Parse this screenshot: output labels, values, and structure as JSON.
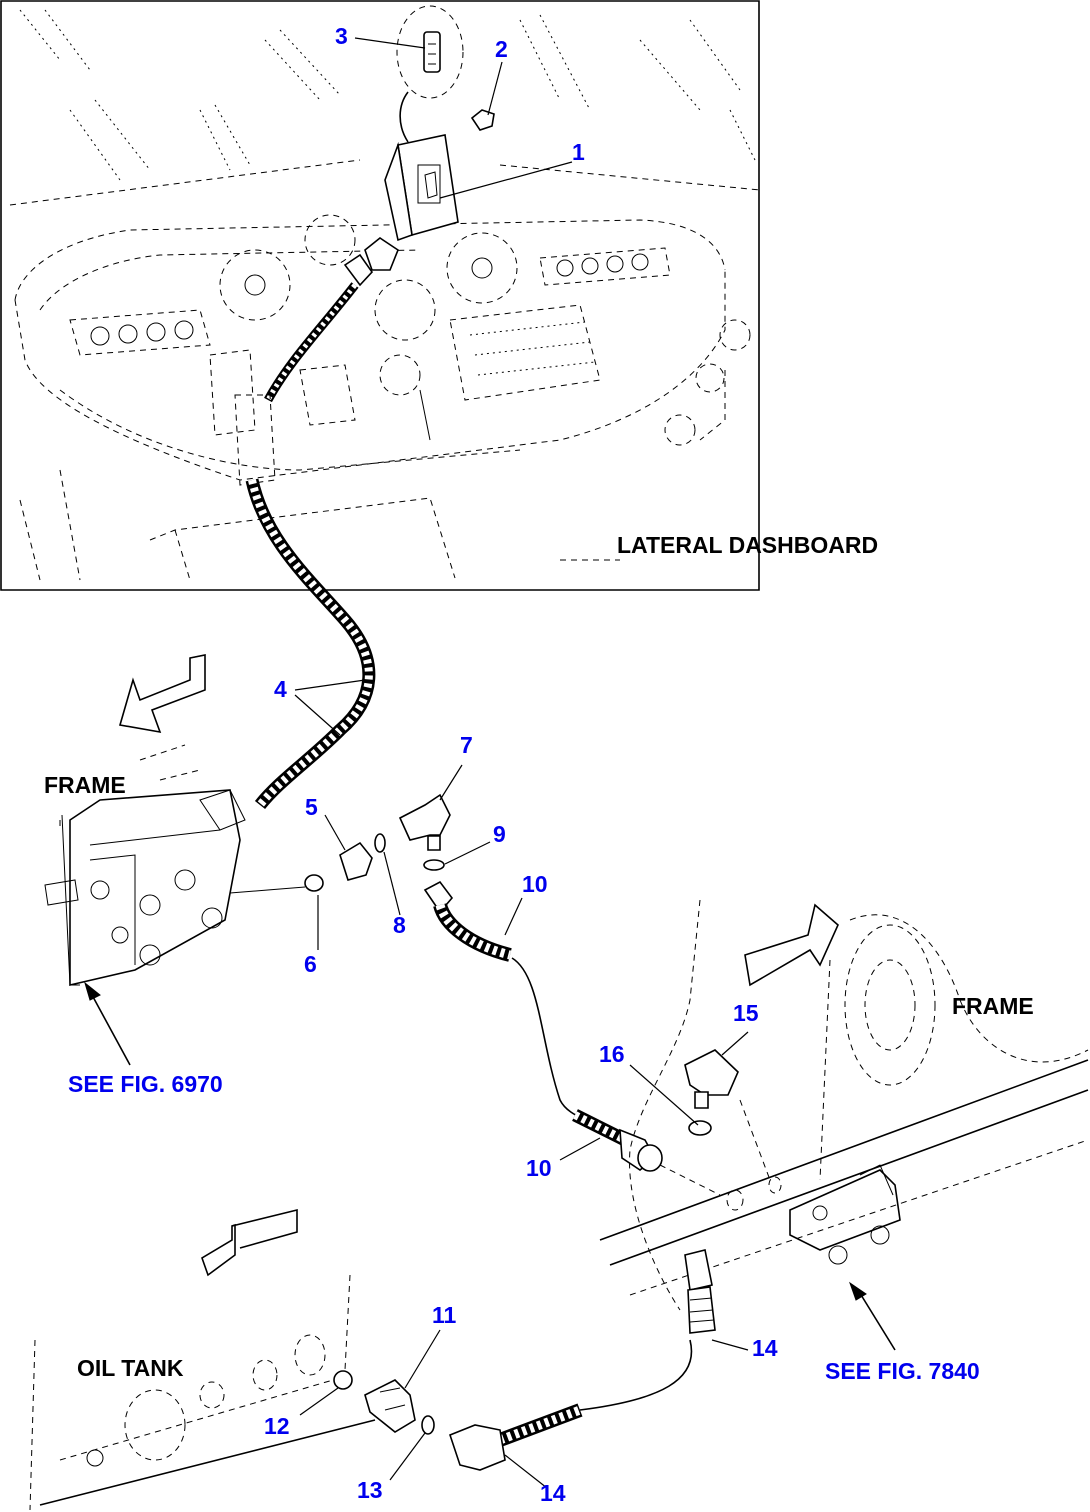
{
  "callouts": [
    {
      "id": "c1",
      "text": "1"
    },
    {
      "id": "c2",
      "text": "2"
    },
    {
      "id": "c3",
      "text": "3"
    },
    {
      "id": "c4",
      "text": "4"
    },
    {
      "id": "c5",
      "text": "5"
    },
    {
      "id": "c6",
      "text": "6"
    },
    {
      "id": "c7",
      "text": "7"
    },
    {
      "id": "c8",
      "text": "8"
    },
    {
      "id": "c9",
      "text": "9"
    },
    {
      "id": "c10a",
      "text": "10"
    },
    {
      "id": "c10b",
      "text": "10"
    },
    {
      "id": "c11",
      "text": "11"
    },
    {
      "id": "c12",
      "text": "12"
    },
    {
      "id": "c13",
      "text": "13"
    },
    {
      "id": "c14a",
      "text": "14"
    },
    {
      "id": "c14b",
      "text": "14"
    },
    {
      "id": "c15",
      "text": "15"
    },
    {
      "id": "c16",
      "text": "16"
    }
  ],
  "section_labels": {
    "lateral_dashboard": "LATERAL DASHBOARD",
    "frame_left": "FRAME",
    "frame_right": "FRAME",
    "oil_tank": "OIL TANK"
  },
  "references": {
    "fig_6970": "SEE FIG. 6970",
    "fig_7840": "SEE FIG. 7840"
  },
  "colors": {
    "label_blue": "#0000ee",
    "line": "#000000",
    "background": "#ffffff"
  }
}
